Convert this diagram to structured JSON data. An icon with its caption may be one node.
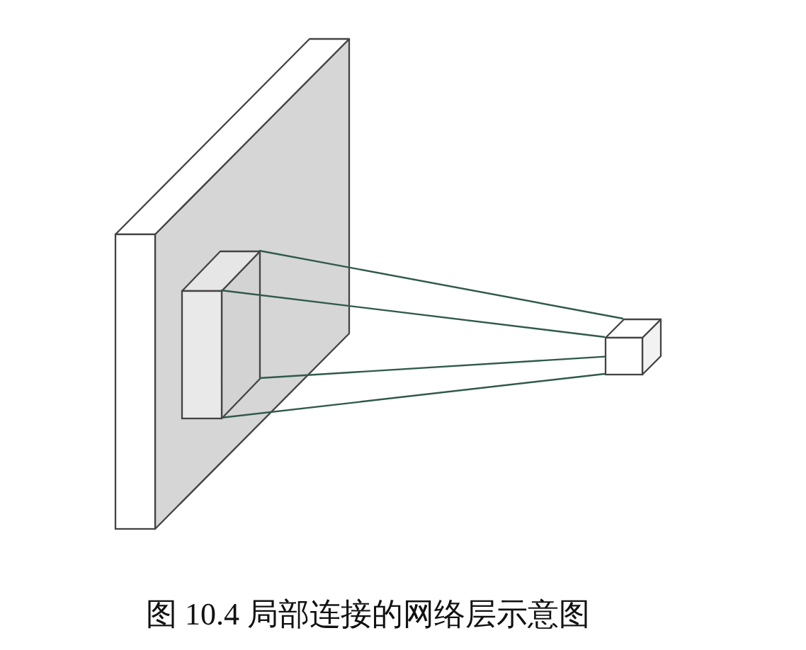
{
  "diagram": {
    "caption": "图 10.4 局部连接的网络层示意图",
    "nodes": [
      {
        "text": [],
        "shape": "box"
      },
      {
        "text": [],
        "shape": "box",
        "in": 0
      },
      {
        "text": [],
        "shape": "cube"
      }
    ],
    "edges": [
      {
        "from": 1,
        "to": 2,
        "arrow": "none"
      },
      {
        "from": 1,
        "to": 2,
        "arrow": "none"
      },
      {
        "from": 1,
        "to": 2,
        "arrow": "none"
      },
      {
        "from": 1,
        "to": 2,
        "arrow": "none"
      }
    ]
  }
}
